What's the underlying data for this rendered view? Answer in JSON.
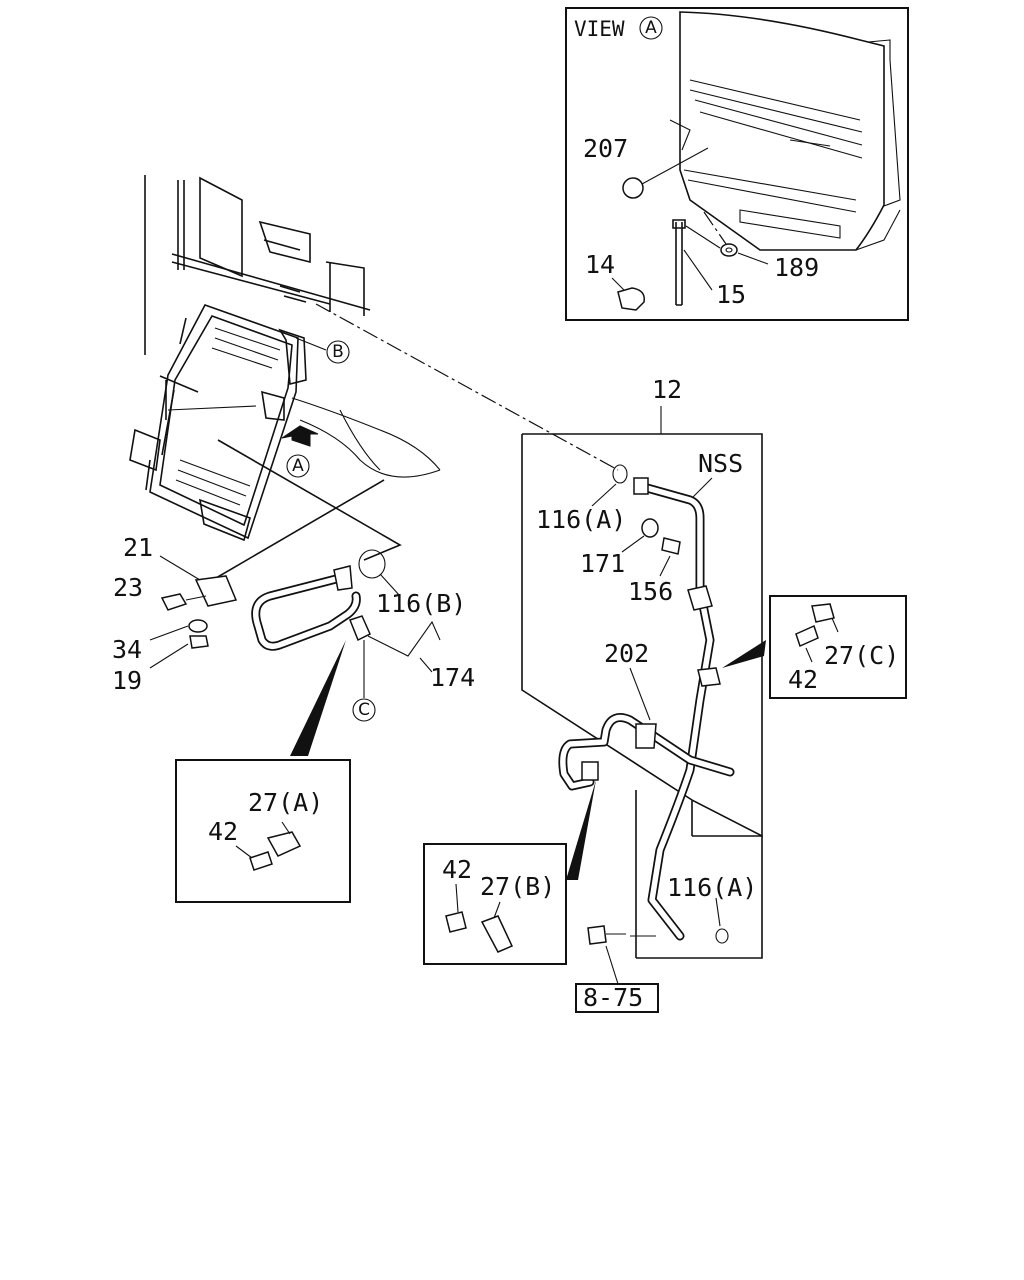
{
  "view_label": {
    "text": "VIEW",
    "marker": "A"
  },
  "callouts": {
    "c207": "207",
    "c189": "189",
    "c14": "14",
    "c15": "15",
    "c12": "12",
    "nss": "NSS",
    "c116a_top": "116(A)",
    "c171": "171",
    "c156": "156",
    "c202": "202",
    "c116a_bottom": "116(A)",
    "c116b": "116(B)",
    "c174": "174",
    "c21": "21",
    "c23": "23",
    "c34": "34",
    "c19": "19",
    "c42_a": "42",
    "c27a": "27(A)",
    "c42_b": "42",
    "c27b": "27(B)",
    "c42_c": "42",
    "c27c": "27(C)",
    "ref_875": "8-75"
  },
  "markers": {
    "b": "B",
    "a": "A",
    "c": "C"
  }
}
